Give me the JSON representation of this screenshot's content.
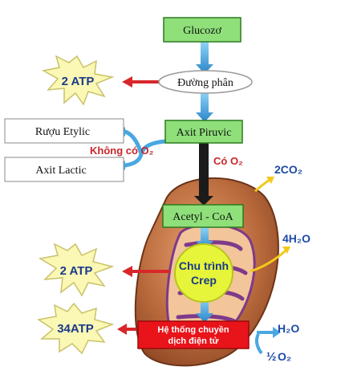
{
  "title_fragment": "",
  "nodes": {
    "glucose": "Glucozơ",
    "glycolysis": "Đường phân",
    "pyruvic": "Axit Piruvic",
    "acetyl": "Acetyl - CoA",
    "krebs_line1": "Chu trình",
    "krebs_line2": "Crep",
    "etc_line1": "Hệ thống chuyền",
    "etc_line2": "dịch điện tử",
    "ethanol": "Rượu Etylic",
    "lactic": "Axit Lactic"
  },
  "labels": {
    "no_o2": "Không có O₂",
    "with_o2": "Có O₂",
    "co2": "2CO₂",
    "h2o_out": "4H₂O",
    "h2o": "H₂O",
    "half": "½",
    "o2": "O₂"
  },
  "atp": {
    "glycolysis": "2 ATP",
    "krebs": "2 ATP",
    "etc": "34ATP"
  },
  "colors": {
    "node_fill": "#8fe07a",
    "node_stroke": "#2c7a1e",
    "krebs_fill": "#e6f53a",
    "etc_fill": "#e8141a",
    "arrow_blue": "#4aa8e0",
    "arrow_red": "#d8262a",
    "mito_outer": "#b96a3c",
    "mito_inner": "#7e3a8a",
    "label_red": "#c8262a",
    "label_blue": "#1f4aa8",
    "atp_star_fill": "#fbf7b4"
  }
}
